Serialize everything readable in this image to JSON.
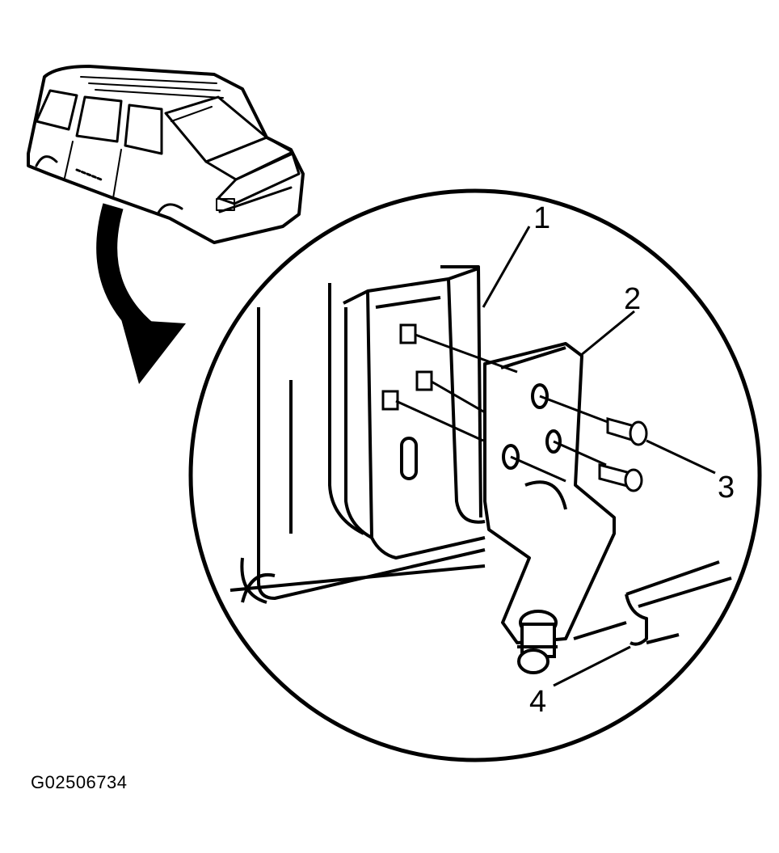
{
  "callouts": {
    "c1": "1",
    "c2": "2",
    "c3": "3",
    "c4": "4"
  },
  "figure_id": "G02506734",
  "colors": {
    "line": "#000000",
    "background": "#ffffff"
  }
}
